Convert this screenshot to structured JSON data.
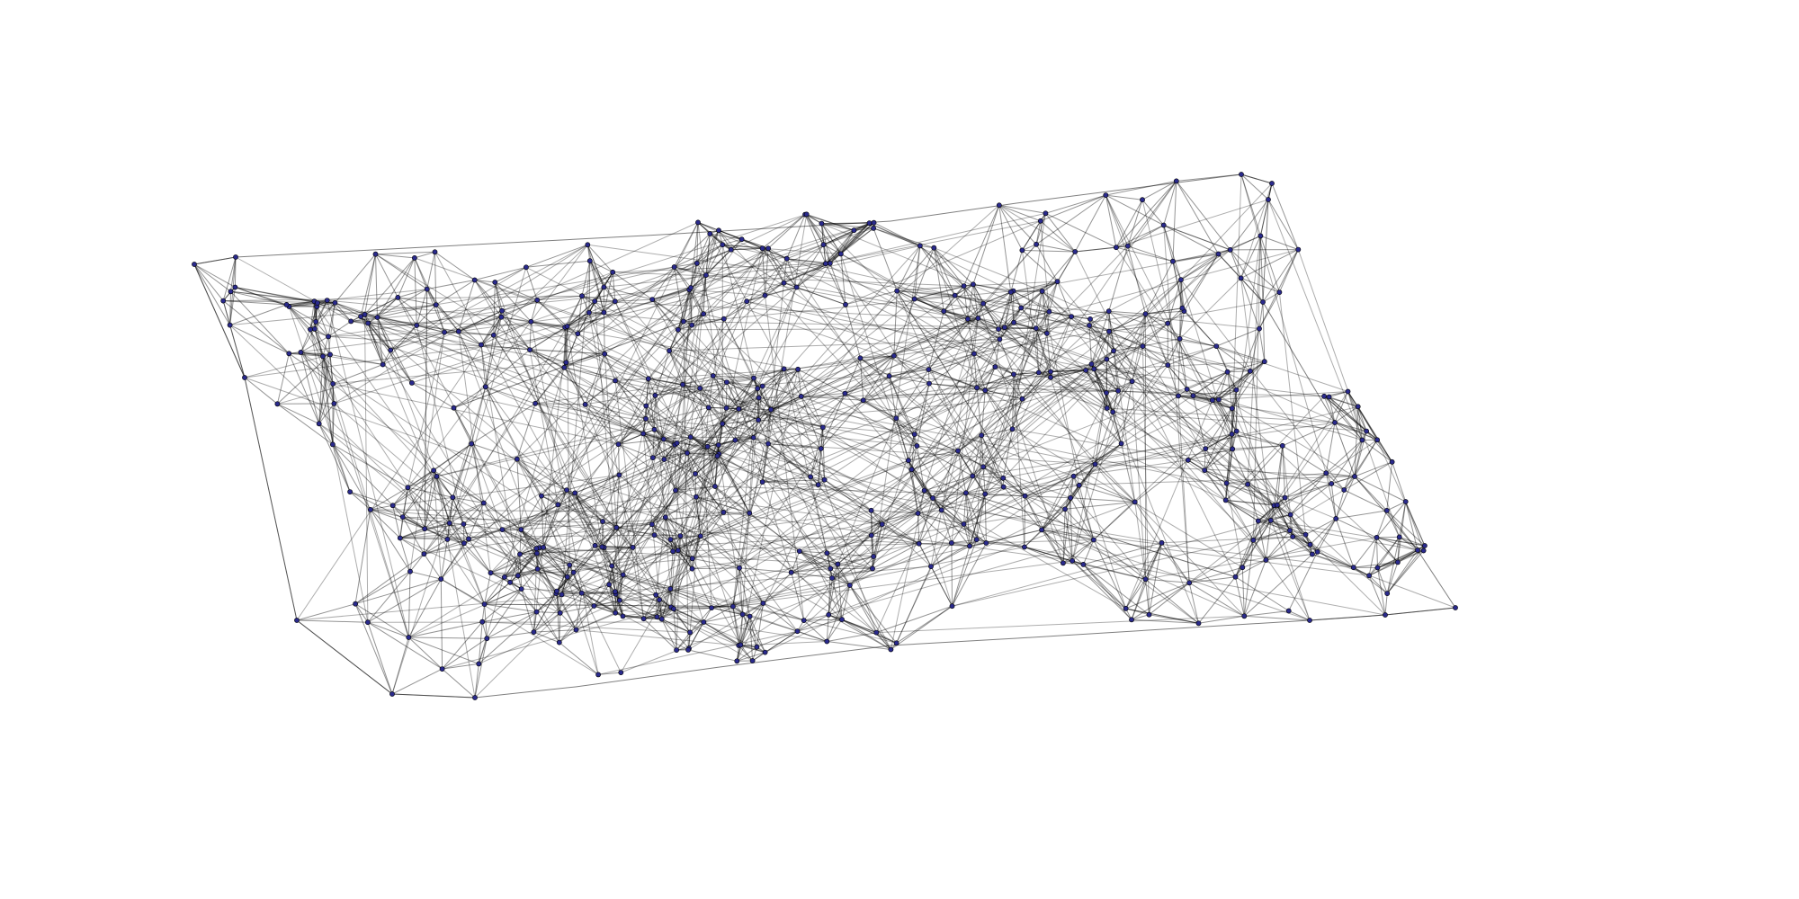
{
  "figure": {
    "background_color": "#ffffff",
    "edge_color": "#000000",
    "node_fill_color": "#2a2a8c",
    "node_stroke_color": "#000000"
  },
  "graph": {
    "node_count": 480,
    "layout_shape": "parallelogram",
    "style": "dense-undirected-network"
  }
}
